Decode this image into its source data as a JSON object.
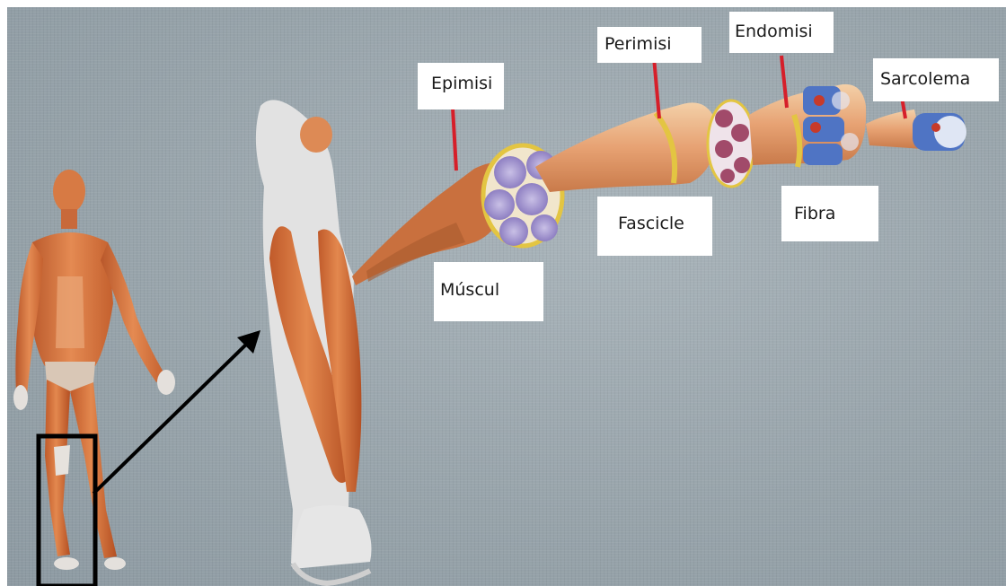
{
  "labels": {
    "epimisi": "Epimisi",
    "perimisi": "Perimisi",
    "endomisi": "Endomisi",
    "sarcolema": "Sarcolema",
    "fascicle": "Fascicle",
    "fibra": "Fibra",
    "muscul": "Múscul"
  },
  "colors": {
    "background": "#9aa6ad",
    "muscle": "#d9773d",
    "tendon": "#e6e6e6",
    "pointer_line": "#d61f2a",
    "epimysium_sheath": "#e3c542",
    "highlight_box": "#000000"
  }
}
